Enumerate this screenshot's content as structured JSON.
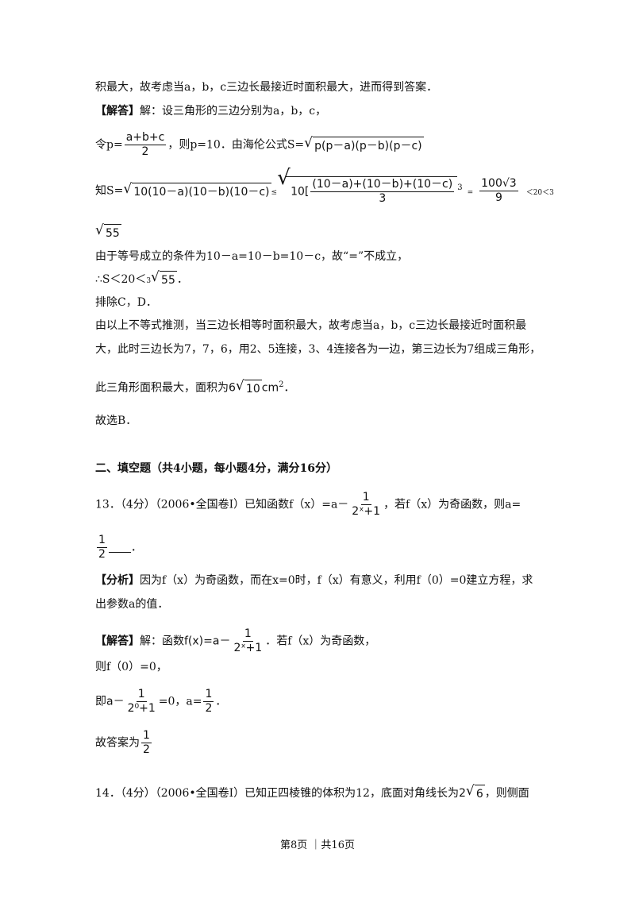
{
  "l1": "积最大，故考虑当a，b，c三边长最接近时面积最大，进而得到答案．",
  "l2_tag": "【解答】",
  "l2_text": "解：设三角形的三边分别为a，b，c，",
  "l3_pre": "令p=",
  "l3_num": "a+b+c",
  "l3_den": "2",
  "l3_mid": "，则p=10．由海伦公式S=",
  "l3_rad": "p(p－a)(p－b)(p－c)",
  "l4_pre": "知S=",
  "l4_rad1": "10(10－a)(10－b)(10－c)",
  "l4_le": "≤",
  "l4_rad2a": "10[",
  "l4_num": "(10－a)+(10－b)+(10－c)",
  "l4_den": "3",
  "l4_exp": "3",
  "l4_eq": "=",
  "l4_r_num": "100√3",
  "l4_r_den": "9",
  "l4_tail": "＜20＜3",
  "l5_rad": "55",
  "l6": "由于等号成立的条件为10－a=10－b=10－c，故“=”不成立，",
  "l7_pre": "∴S＜20＜",
  "l7_idx": "3",
  "l7_rad": "55",
  "l7_post": "．",
  "l8": "排除C，D．",
  "l9": "由以上不等式推测，当三边长相等时面积最大，故考虑当a，b，c三边长最接近时面积最",
  "l10": "大，此时三边长为7，7，6，用2、5连接，3、4连接各为一边，第三边长为7组成三角形，",
  "l11_pre": "此三角形面积最大，面积为",
  "l11_coef": "6",
  "l11_rad": "10",
  "l11_unit": "cm",
  "l11_exp": "2",
  "l11_post": "．",
  "l12": "故选B．",
  "section": "二、填空题（共4小题，每小题4分，满分16分）",
  "q13_pre": "13．（4分）（2006•全国卷Ⅰ）已知函数f（x）=a－",
  "q13_num": "1",
  "q13_den": "2ˣ+1",
  "q13_post": "，若f（x）为奇函数，则a=",
  "ans13_num": "1",
  "ans13_den": "2",
  "ans13_post": "．",
  "fx_tag": "【分析】",
  "fx_text": "因为f（x）为奇函数，而在x=0时，f（x）有意义，利用f（0）=0建立方程，求",
  "fx_text2": "出参数a的值．",
  "jd_tag": "【解答】",
  "jd_pre": "解：函数",
  "jd_fx": "f(x)=a－",
  "jd_num": "1",
  "jd_den": "2ˣ+1",
  "jd_post": "．若f（x）为奇函数，",
  "l_f0": "则f（0）=0，",
  "l_ji_pre": "即",
  "l_ji_a": "a－",
  "l_ji_num": "1",
  "l_ji_den": "2⁰+1",
  "l_ji_mid": "=0，a=",
  "l_ji_num2": "1",
  "l_ji_den2": "2",
  "l_ji_post": "．",
  "l_ans_pre": "故答案为",
  "l_ans_num": "1",
  "l_ans_den": "2",
  "q14_pre": "14．（4分）（2006•全国卷Ⅰ）已知正四棱锥的体积为12，底面对角线长为",
  "q14_coef": "2",
  "q14_rad": "6",
  "q14_post": "，则侧面",
  "footer": "第8页 ｜共16页"
}
